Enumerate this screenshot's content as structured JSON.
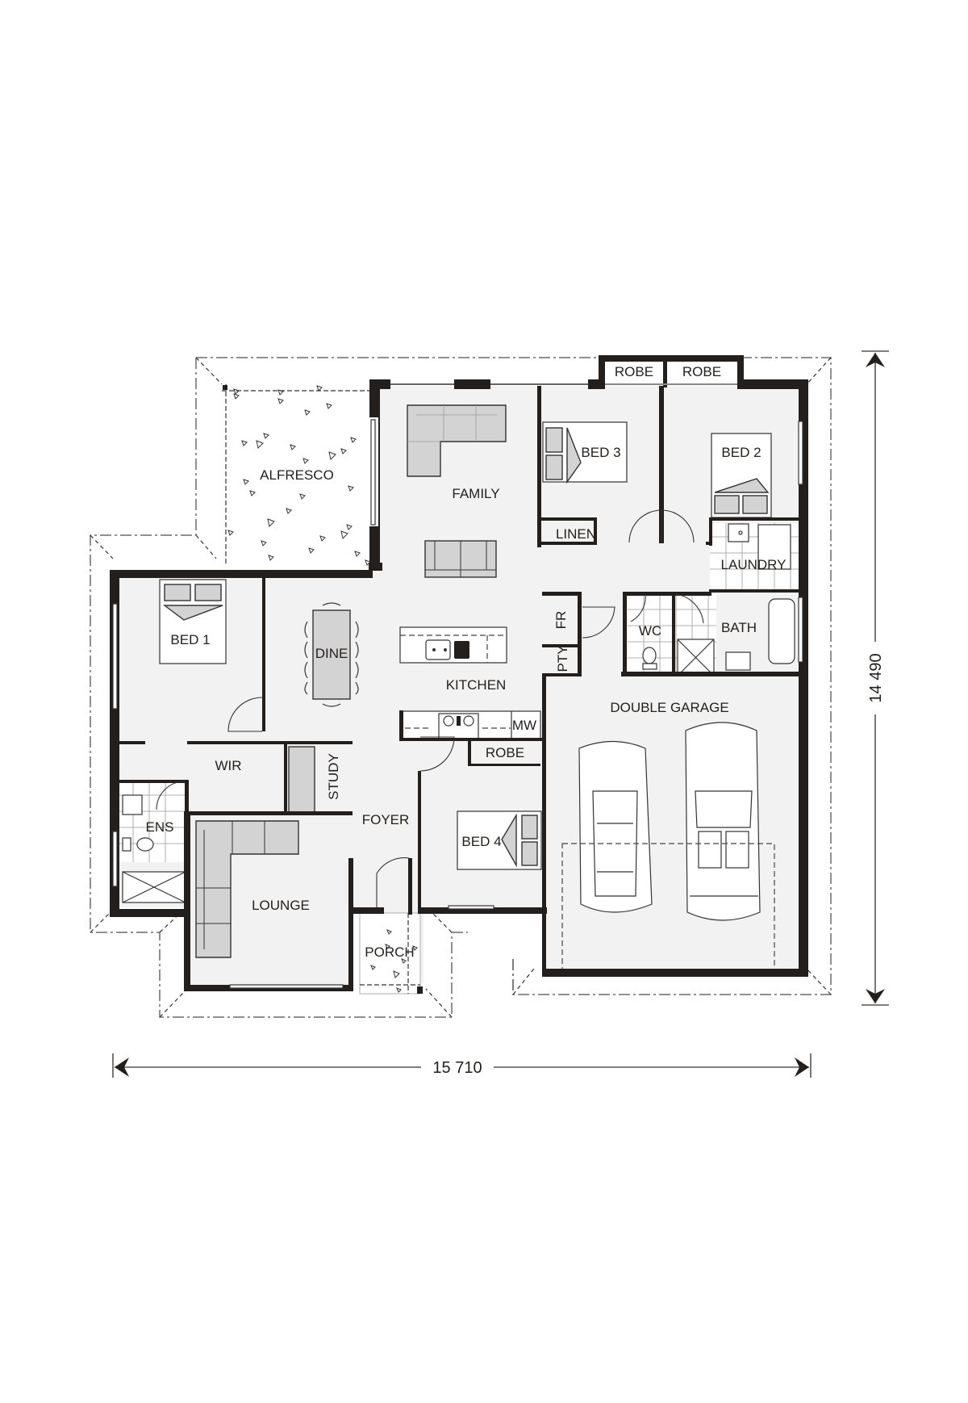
{
  "plan": {
    "rooms": {
      "alfresco": "ALFRESCO",
      "family": "FAMILY",
      "bed3": "BED 3",
      "bed2": "BED 2",
      "robe_bed3": "ROBE",
      "robe_bed2": "ROBE",
      "linen": "LINEN",
      "laundry": "LAUNDRY",
      "bed1": "BED 1",
      "dine": "DINE",
      "kitchen": "KITCHEN",
      "fr": "FR",
      "pty": "PTY",
      "wc": "WC",
      "bath": "BATH",
      "double_garage": "DOUBLE GARAGE",
      "mw": "MW",
      "robe_bed4": "ROBE",
      "wir": "WIR",
      "study": "STUDY",
      "ens": "ENS",
      "foyer": "FOYER",
      "bed4": "BED 4",
      "lounge": "LOUNGE",
      "porch": "PORCH"
    },
    "dimensions": {
      "width": "15 710",
      "depth": "14 490"
    },
    "colors": {
      "wall": "#231f1c",
      "floor": "#f2f2f2",
      "furniture": "#d3d3d3",
      "roofline": "#6b6b6b"
    }
  }
}
